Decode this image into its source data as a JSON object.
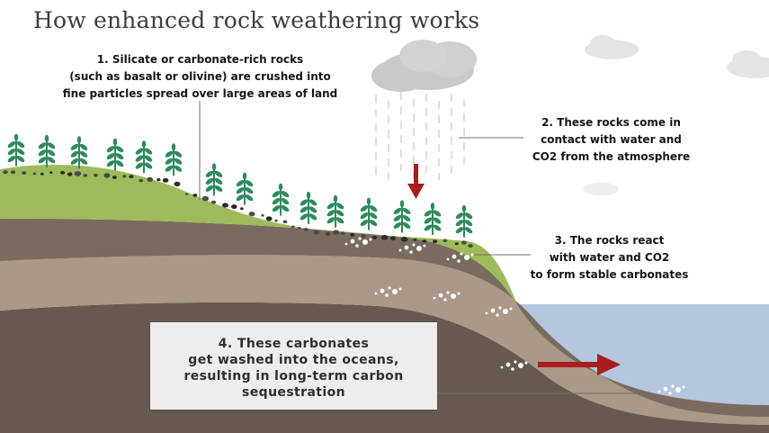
{
  "title": "How enhanced rock weathering works",
  "steps": [
    {
      "label": "step-1",
      "lines": [
        "1. Silicate or carbonate-rich rocks",
        "(such as basalt or olivine) are crushed into",
        "fine particles spread over large areas of land"
      ]
    },
    {
      "label": "step-2",
      "lines": [
        "2. These rocks come in",
        "contact with water and",
        "CO2 from the atmosphere"
      ]
    },
    {
      "label": "step-3",
      "lines": [
        "3. The rocks react",
        "with water and CO2",
        "to form stable carbonates"
      ]
    },
    {
      "label": "step-4",
      "lines": [
        "4. These carbonates",
        "get washed into the oceans,",
        "resulting in  long-term carbon",
        "sequestration"
      ]
    }
  ],
  "colors": {
    "grass": "#9dbb5a",
    "soil_dark": "#7a6b5e",
    "soil_light": "#aa9888",
    "bedrock": "#665a50",
    "ocean": "#b5c6df",
    "plant": "#2d8a5e",
    "arrow": "#a81d1d",
    "cloud": "#c9c9c9"
  },
  "icons": [
    "rain-cloud-icon",
    "cloud-icon",
    "plant-icon",
    "rock-particle-icon",
    "down-arrow-icon",
    "right-arrow-icon",
    "bubble-icon"
  ]
}
